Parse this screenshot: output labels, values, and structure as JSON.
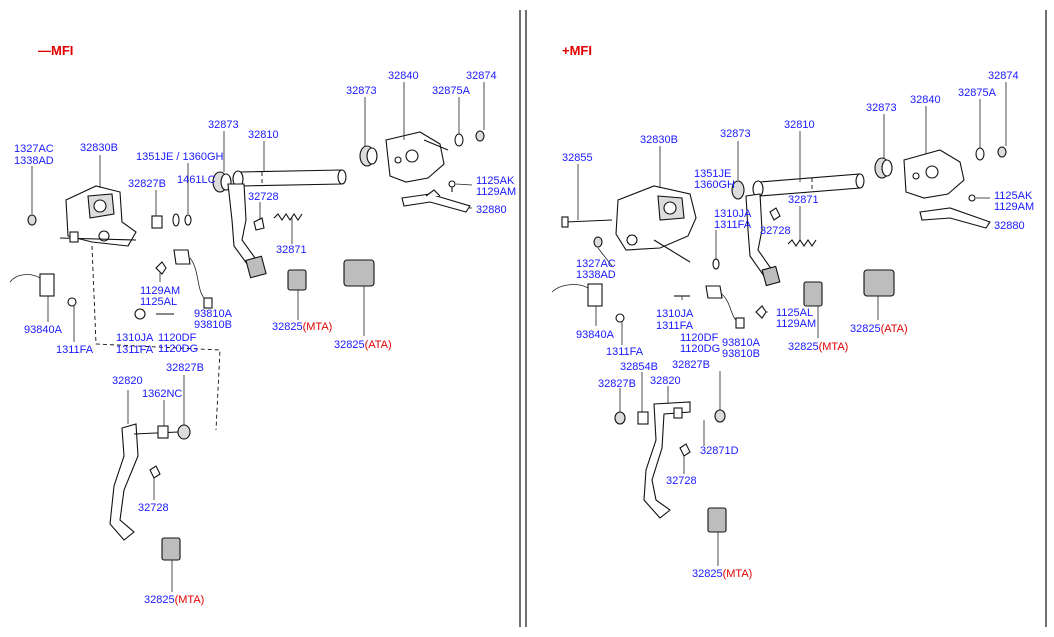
{
  "left_panel": {
    "header": "—MFI",
    "labels": {
      "l_32830B": "32830B",
      "l_1327AC": "1327AC",
      "l_1338AD": "1338AD",
      "l_32827B_top": "32827B",
      "l_1351JE": "1351JE / 1360GH",
      "l_1461LC": "1461LC",
      "l_32873_a": "32873",
      "l_32810": "32810",
      "l_32873_b": "32873",
      "l_32840": "32840",
      "l_32874": "32874",
      "l_32875A": "32875A",
      "l_1125AK": "1125AK",
      "l_1129AM_r": "1129AM",
      "l_32880": "32880",
      "l_32728_top": "32728",
      "l_32871": "32871",
      "l_1129AM": "1129AM",
      "l_1125AL": "1125AL",
      "l_93810A": "93810A",
      "l_93810B": "93810B",
      "l_32825_mta_top": "32825",
      "l_mta_top": "(MTA)",
      "l_32825_ata": "32825",
      "l_ata": "(ATA)",
      "l_93840A": "93840A",
      "l_1311FA": "1311FA",
      "l_1310JA": "1310JA",
      "l_1311FA_b": "1311FA",
      "l_1120DF": "1120DF",
      "l_1120DG": "1120DG",
      "l_32820": "32820",
      "l_32827B_low": "32827B",
      "l_1362NC": "1362NC",
      "l_32728_low": "32728",
      "l_32825_bottom": "32825",
      "l_mta_bottom": "(MTA)"
    }
  },
  "right_panel": {
    "header": "+MFI",
    "labels": {
      "r_32855": "32855",
      "r_32830B": "32830B",
      "r_32873_a": "32873",
      "r_32810": "32810",
      "r_32873_b": "32873",
      "r_32840": "32840",
      "r_32875A": "32875A",
      "r_32874": "32874",
      "r_1351JE": "1351JE",
      "r_1360GH": "1360GH",
      "r_1310JA": "1310JA",
      "r_1311FA": "1311FA",
      "r_32871": "32871",
      "r_32728": "32728",
      "r_1125AK": "1125AK",
      "r_1129AM_r": "1129AM",
      "r_32880": "32880",
      "r_1327AC": "1327AC",
      "r_1338AD": "1338AD",
      "r_1310JA_b": "1310JA",
      "r_1311FA_b": "1311FA",
      "r_1120DF": "1120DF",
      "r_1120DG": "1120DG",
      "r_93810A": "93810A",
      "r_93810B": "93810B",
      "r_1125AL": "1125AL",
      "r_1129AM": "1129AM",
      "r_32825_mta": "32825",
      "r_mta": "(MTA)",
      "r_32825_ata": "32825",
      "r_ata": "(ATA)",
      "r_93840A": "93840A",
      "r_1311FA_c": "1311FA",
      "r_32854B": "32854B",
      "r_32827B_a": "32827B",
      "r_32827B_b": "32827B",
      "r_32820": "32820",
      "r_32871D": "32871D",
      "r_32728_low": "32728",
      "r_32825_bottom": "32825",
      "r_mta_bottom": "(MTA)"
    }
  },
  "colors": {
    "label": "#1a1aff",
    "header": "#e00000",
    "line": "#111111"
  }
}
